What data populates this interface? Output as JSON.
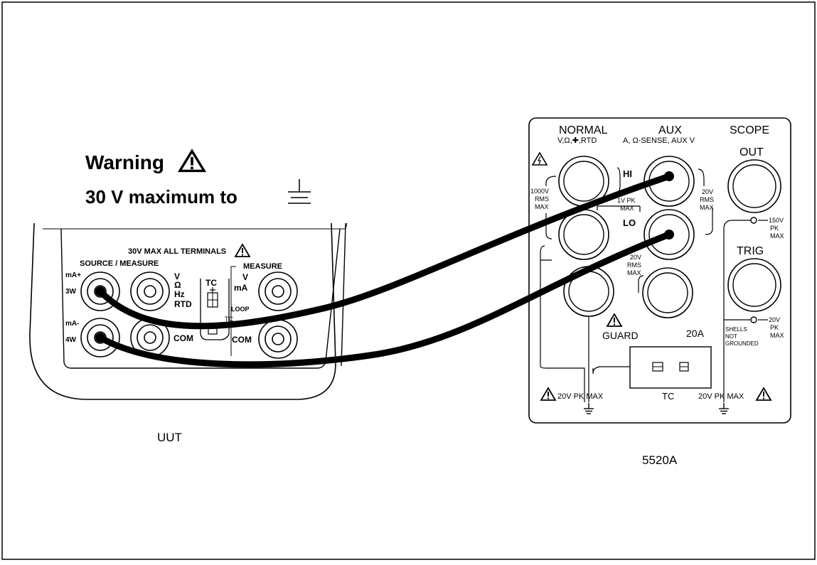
{
  "warning": {
    "line1": "Warning",
    "line2": "30 V maximum to"
  },
  "uut": {
    "label": "UUT",
    "header": "30V MAX ALL TERMINALS",
    "source_measure": "SOURCE / MEASURE",
    "measure": "MEASURE",
    "ma_plus": "mA+",
    "three_w": "3W",
    "ma_minus": "mA-",
    "four_w": "4W",
    "v": "V",
    "ohm": "Ω",
    "hz": "Hz",
    "rtd": "RTD",
    "tc": "TC",
    "tc_small": "TC",
    "measure_v": "V",
    "measure_ma": "mA",
    "loop": "LOOP",
    "com_left": "COM",
    "com_right": "COM"
  },
  "calibrator": {
    "label": "5520A",
    "normal": "NORMAL",
    "normal_sub": "V,Ω,✚,RTD",
    "aux": "AUX",
    "aux_sub": "A, Ω-SENSE, AUX V",
    "scope": "SCOPE",
    "out": "OUT",
    "trig": "TRIG",
    "hi": "HI",
    "lo": "LO",
    "guard": "GUARD",
    "amps20": "20A",
    "tc": "TC",
    "rating_1000v": [
      "1000V",
      "RMS",
      "MAX"
    ],
    "rating_20v_aux": [
      "20V",
      "RMS",
      "MAX"
    ],
    "rating_1vpk": [
      "1V PK",
      "MAX"
    ],
    "rating_20v_lo": [
      "20V",
      "RMS",
      "MAX"
    ],
    "rating_150v": [
      "150V",
      "PK",
      "MAX"
    ],
    "rating_20v_trig": [
      "20V",
      "PK",
      "MAX"
    ],
    "shells": [
      "SHELLS",
      "NOT",
      "GROUNDED"
    ],
    "pk_left": "20V PK MAX",
    "pk_right": "20V PK MAX"
  }
}
